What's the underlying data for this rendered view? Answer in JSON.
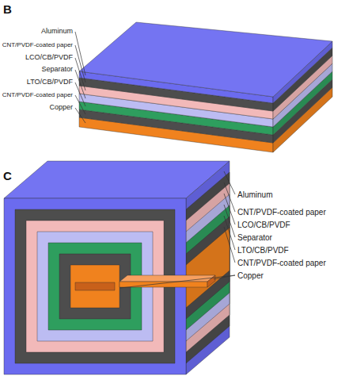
{
  "diagram": {
    "labels": [
      "B",
      "Aluminum",
      "CNT/PVDF-coated paper",
      "LCO/CB/PVDF",
      "Separator",
      "LTO/CB/PVDF",
      "CNT/PVDF-coated paper",
      "Copper",
      "C",
      "Aluminum",
      "CNT/PVDF-coated paper",
      "LCO/CB/PVDF",
      "Separator",
      "LTO/CB/PVDF",
      "CNT/PVDF-coated paper",
      "Copper"
    ]
  }
}
